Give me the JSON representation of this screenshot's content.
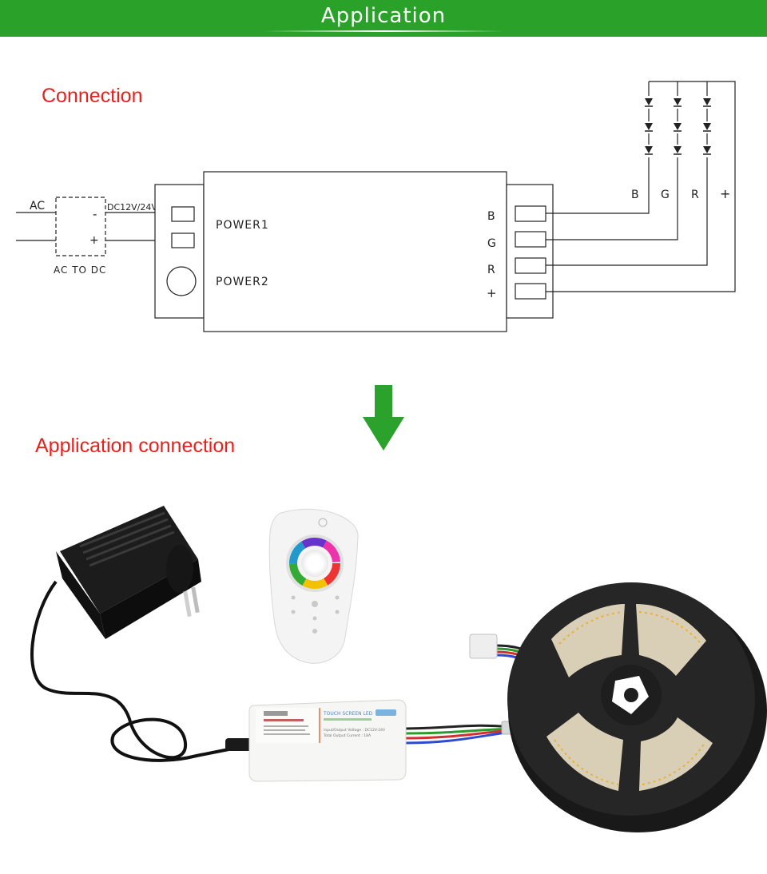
{
  "banner": {
    "title": "Application"
  },
  "section1": {
    "heading": "Connection"
  },
  "section2": {
    "heading": "Application  connection"
  },
  "diagram": {
    "ac_label": "AC",
    "adapter": {
      "minus": "-",
      "plus": "+",
      "caption": "AC TO DC"
    },
    "dc_label": "DC12V/24V",
    "controller": {
      "power1": "POWER1",
      "power2": "POWER2",
      "outputs": [
        "B",
        "G",
        "R",
        "+"
      ]
    },
    "strip_labels": [
      "B",
      "G",
      "R",
      "+"
    ]
  },
  "photo": {
    "box_title": "TOUCH SCREEN LED",
    "box_spec_1": "Input/Output Voltage : DC12V-24V",
    "box_spec_2": "Total Output Current : 18A"
  },
  "colors": {
    "banner": "#2aa22a",
    "heading": "#e8211f",
    "arrow": "#2ba22b",
    "line": "#222222"
  }
}
